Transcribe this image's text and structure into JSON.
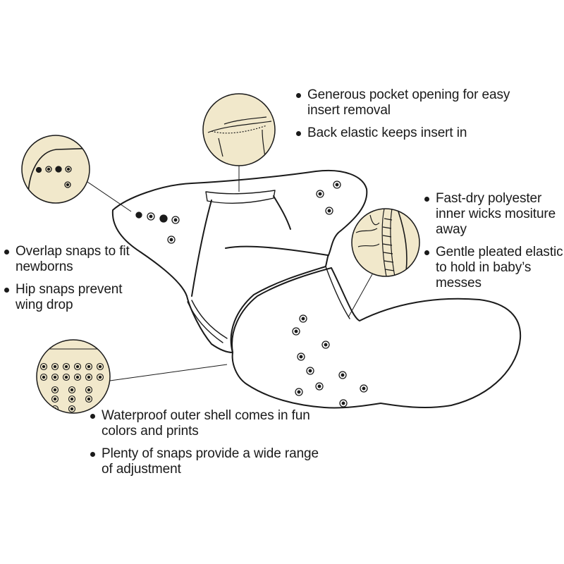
{
  "colors": {
    "detail_fill": "#f1e8cb",
    "outline": "#1a1a1a",
    "text": "#1a1a1a"
  },
  "callouts": {
    "top": [
      "Generous pocket opening for easy insert removal",
      "Back elastic keeps insert in"
    ],
    "right": [
      "Fast-dry polyester inner wicks mositure away",
      "Gentle pleated elastic to hold in baby’s messes"
    ],
    "left": [
      "Overlap snaps to fit newborns",
      "Hip snaps prevent wing drop"
    ],
    "bottom": [
      "Waterproof outer shell comes in fun colors and prints",
      "Plenty of snaps provide a wide range of adjustment"
    ]
  },
  "icons": [
    "pocket-opening-detail-icon",
    "overlap-snaps-detail-icon",
    "leg-elastic-detail-icon",
    "snap-grid-detail-icon",
    "diaper-illustration"
  ]
}
